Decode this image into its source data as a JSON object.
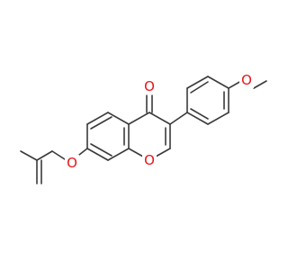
{
  "colors": {
    "bond": "#3a3a3a",
    "oxygen": "#e8141a",
    "background": "#ffffff"
  },
  "atoms": {
    "carbonyl_oxygen": "O",
    "ring_oxygen": "O",
    "ether_oxygen": "O",
    "methoxy_oxygen": "O"
  }
}
